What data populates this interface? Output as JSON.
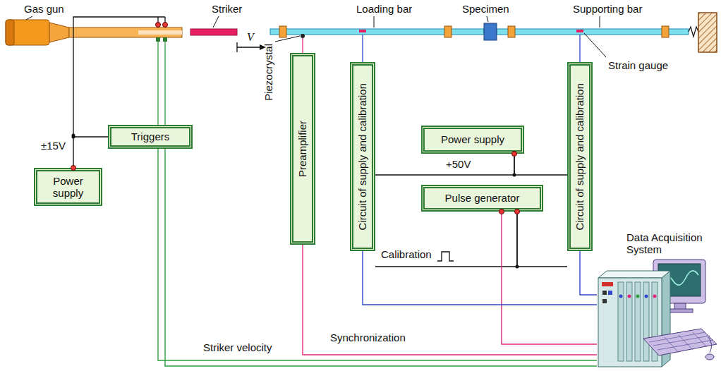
{
  "diagram": {
    "nodes": [
      {
        "text": [
          "Triggers"
        ]
      },
      {
        "text": [
          "Power supply"
        ]
      },
      {
        "text": [
          "Preamplifier"
        ]
      },
      {
        "text": [
          "Circuit of supply and calibration"
        ]
      },
      {
        "text": [
          "Power supply"
        ]
      },
      {
        "text": [
          "Pulse generator"
        ]
      },
      {
        "text": [
          "Circuit of supply and calibration"
        ]
      },
      {
        "text": [
          "Data Acquisition System"
        ]
      }
    ],
    "edges": [
      {
        "from": 1,
        "to": 0,
        "arrow": "none"
      },
      {
        "from": 4,
        "to": 3,
        "arrow": "none"
      },
      {
        "from": 4,
        "to": 6,
        "arrow": "none"
      },
      {
        "from": 5,
        "to": 3,
        "arrow": "none"
      },
      {
        "from": 5,
        "to": 6,
        "arrow": "none"
      },
      {
        "from": 5,
        "to": 7,
        "arrow": "none"
      },
      {
        "from": 2,
        "to": 7,
        "arrow": "none"
      },
      {
        "from": 3,
        "to": 7,
        "arrow": "none"
      },
      {
        "from": 6,
        "to": 7,
        "arrow": "none"
      },
      {
        "from": 0,
        "to": 7,
        "arrow": "none"
      },
      {
        "from": 0,
        "to": 7,
        "arrow": "none"
      }
    ],
    "labels": [
      "Gas gun",
      "Striker",
      "V",
      "Loading bar",
      "Specimen",
      "Supporting bar",
      "Strain gauge",
      "Piezocrystal",
      "±15V",
      "+50V",
      "Calibration",
      "Synchronization",
      "Striker velocity"
    ]
  }
}
